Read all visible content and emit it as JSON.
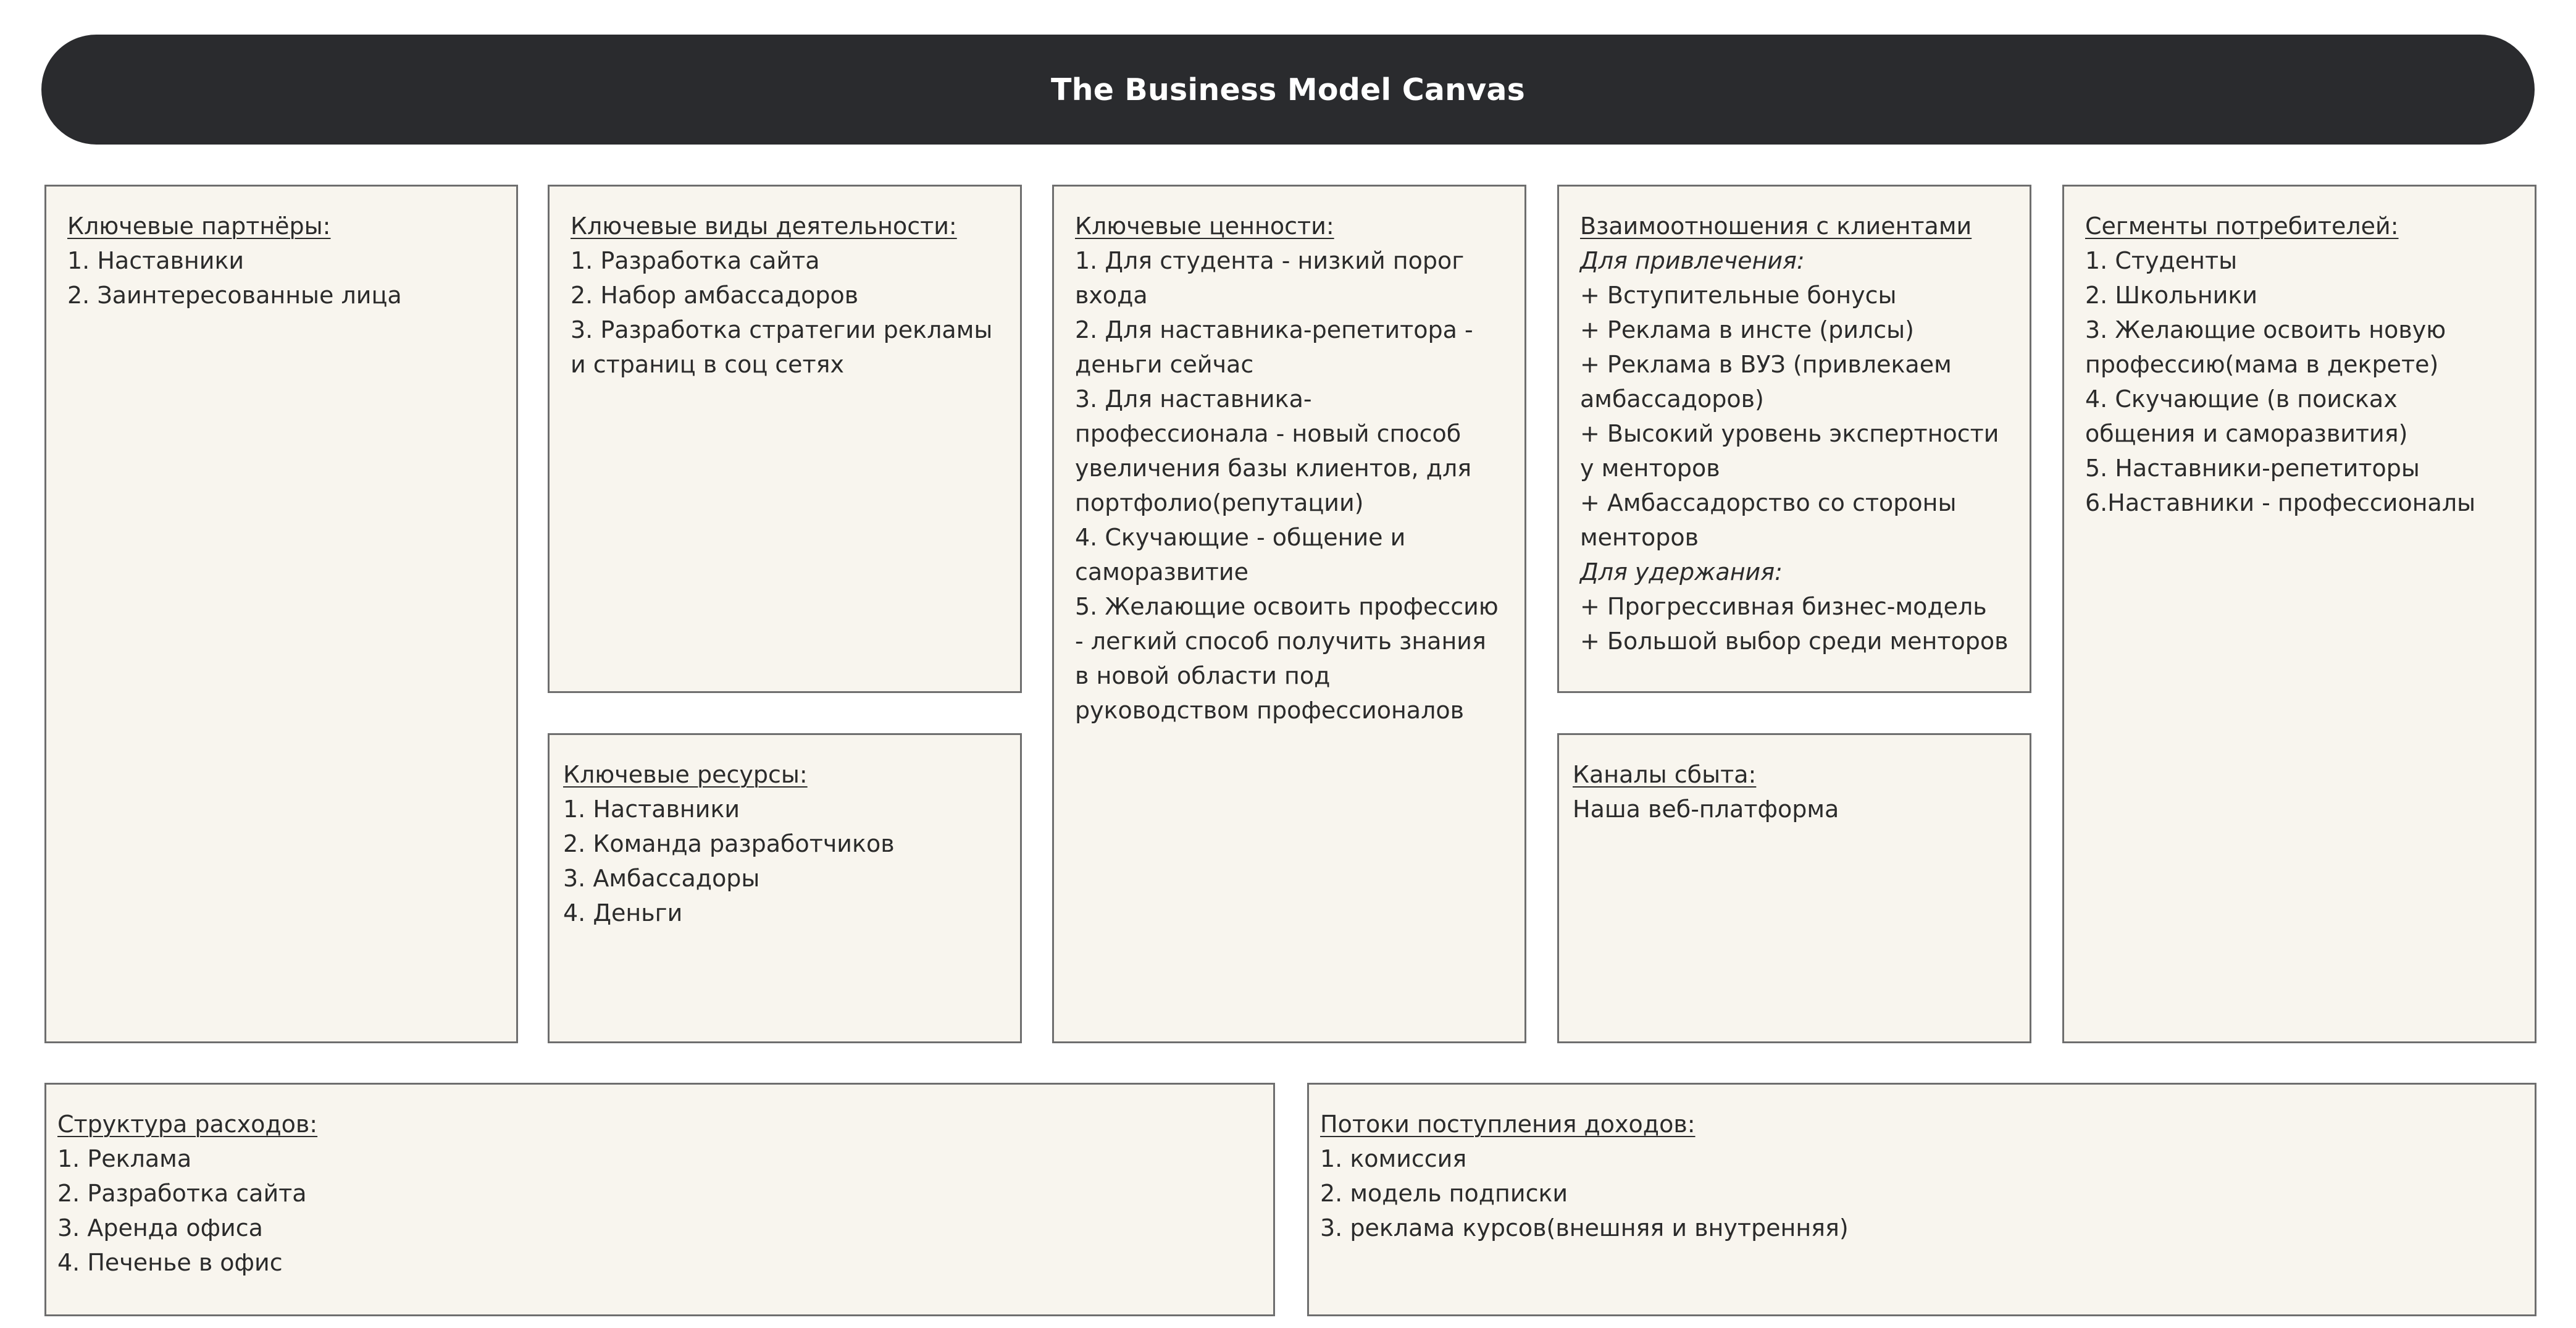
{
  "header": {
    "title": "The Business Model Canvas"
  },
  "partners": {
    "title": "Ключевые партнёры:",
    "items": [
      "1. Наставники",
      "2. Заинтересованные лица"
    ]
  },
  "activities": {
    "title": "Ключевые виды деятельности:",
    "items": [
      "1. Разработка сайта",
      "2. Набор амбассадоров",
      "3. Разработка стратегии рекламы и страниц в соц сетях"
    ]
  },
  "resources": {
    "title": "Ключевые ресурсы:",
    "items": [
      "1. Наставники",
      "2. Команда разработчиков",
      "3. Амбассадоры",
      "4. Деньги"
    ]
  },
  "values": {
    "title": "Ключевые ценности:",
    "items": [
      "1. Для студента - низкий порог входа",
      "2. Для наставника-репетитора - деньги сейчас",
      "3. Для наставника-профессионала - новый способ увеличения базы клиентов, для портфолио(репутации)",
      "4. Скучающие - общение и саморазвитие",
      "5. Желающие освоить профессию - легкий способ получить знания в новой области под руководством профессионалов"
    ]
  },
  "relations": {
    "title": "Взаимоотношения с клиентами",
    "attract_label": "Для привлечения:",
    "attract_items": [
      "+ Вступительные бонусы",
      "+ Реклама в инсте (рилсы)",
      "+ Реклама в ВУЗ (привлекаем амбассадоров)",
      "+ Высокий уровень экспертности у менторов",
      "+ Амбассадорство со стороны менторов"
    ],
    "retain_label": "Для удержания:",
    "retain_items": [
      "+ Прогрессивная бизнес-модель",
      "+ Большой выбор среди менторов"
    ]
  },
  "channels": {
    "title": "Каналы сбыта:",
    "items": [
      "Наша веб-платформа"
    ]
  },
  "segments": {
    "title": "Сегменты потребителей:",
    "items": [
      "1. Студенты",
      "2. Школьники",
      "3. Желающие освоить новую профессию(мама в декрете)",
      "4. Скучающие (в поисках общения и саморазвития)",
      "5. Наставники-репетиторы",
      "6.Наставники - профессионалы"
    ]
  },
  "costs": {
    "title": "Структура расходов:",
    "items": [
      "1. Реклама",
      "2. Разработка сайта",
      "3. Аренда офиса",
      "4. Печенье в офис"
    ]
  },
  "revenue": {
    "title": "Потоки поступления доходов:",
    "items": [
      "1. комиссия",
      "2. модель подписки",
      "3. реклама курсов(внешняя и внутренняя)"
    ]
  }
}
